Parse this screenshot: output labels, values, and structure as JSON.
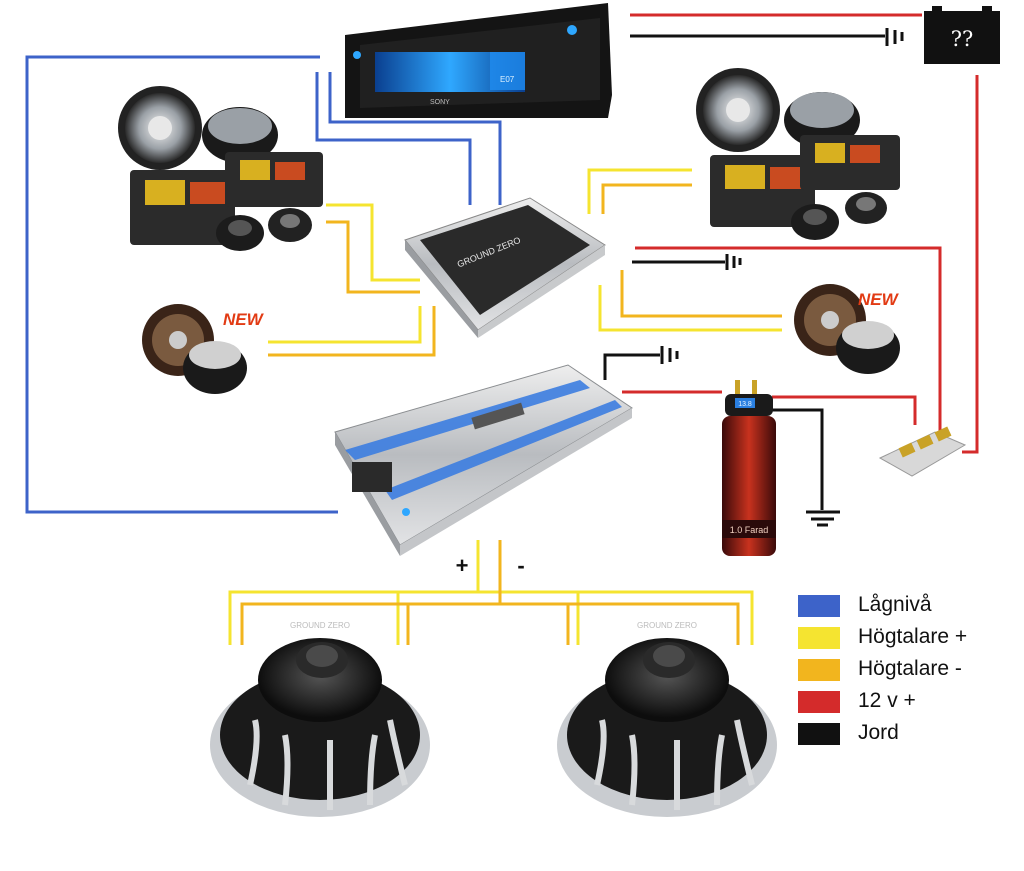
{
  "colors": {
    "low_level": "#3d63c9",
    "speaker_plus": "#f5e430",
    "speaker_minus": "#f2b51e",
    "power_12v": "#d42b2b",
    "ground": "#111111"
  },
  "components": {
    "head_unit": {
      "brand": "SONY",
      "display_text": "E07"
    },
    "battery": {
      "label": "??"
    },
    "amp_small": {
      "brand": "GROUND ZERO"
    },
    "capacitor": {
      "value_display": "13.8",
      "label": "1.0 Farad"
    },
    "subwoofer_left": {
      "brand": "GROUND ZERO"
    },
    "subwoofer_right": {
      "brand": "GROUND ZERO"
    },
    "coaxial_left": {
      "badge": "NEW"
    },
    "coaxial_right": {
      "badge": "NEW"
    }
  },
  "amp_terminals": {
    "plus": "+",
    "minus": "-"
  },
  "legend": {
    "items": [
      {
        "label": "Lågnivå",
        "color": "#3d63c9"
      },
      {
        "label": "Högtalare +",
        "color": "#f5e430"
      },
      {
        "label": "Högtalare -",
        "color": "#f2b51e"
      },
      {
        "label": "12 v +",
        "color": "#d42b2b"
      },
      {
        "label": "Jord",
        "color": "#111111"
      }
    ]
  }
}
